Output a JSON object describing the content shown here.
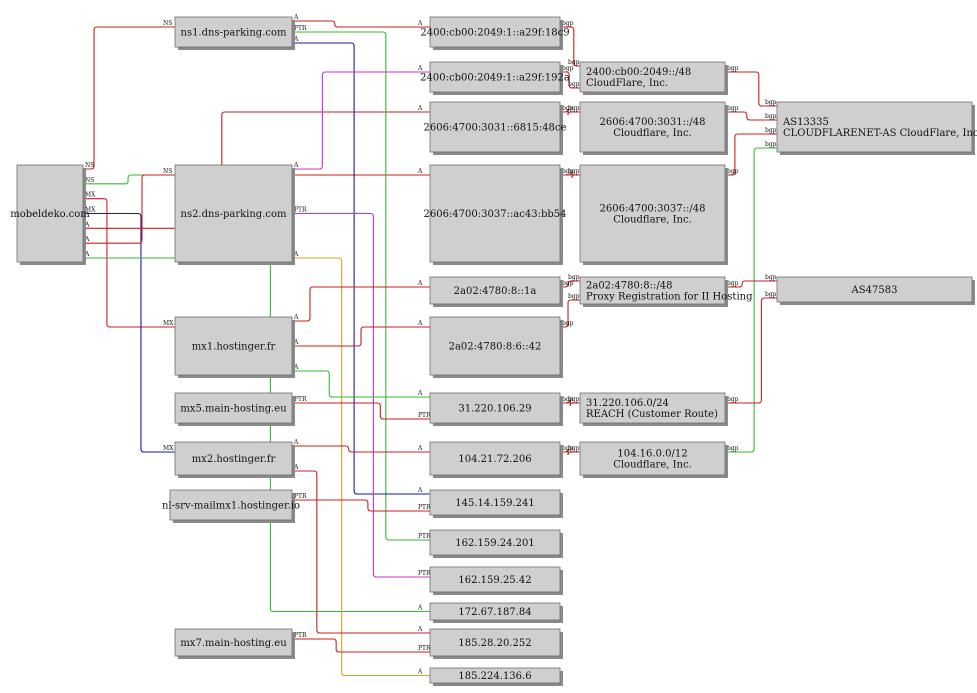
{
  "colors": {
    "red": "#cc1f1f",
    "green": "#33bb33",
    "blue": "#1a1aa0",
    "magenta": "#cc33cc",
    "gold": "#d9a020",
    "box_fill": "#cfcfcf",
    "box_shadow": "#8a8a8a"
  },
  "nodes": [
    {
      "id": "domain",
      "lines": [
        "mobeldeko.com"
      ]
    },
    {
      "id": "ns1",
      "lines": [
        "ns1.dns-parking.com"
      ]
    },
    {
      "id": "ns2",
      "lines": [
        "ns2.dns-parking.com"
      ]
    },
    {
      "id": "mx1",
      "lines": [
        "mx1.hostinger.fr"
      ]
    },
    {
      "id": "mx5",
      "lines": [
        "mx5.main-hosting.eu"
      ]
    },
    {
      "id": "mx2",
      "lines": [
        "mx2.hostinger.fr"
      ]
    },
    {
      "id": "nlsrv",
      "lines": [
        "nl-srv-mailmx1.hostinger.io"
      ]
    },
    {
      "id": "mx7",
      "lines": [
        "mx7.main-hosting.eu"
      ]
    },
    {
      "id": "ip6a",
      "lines": [
        "2400:cb00:2049:1::a29f:18c9"
      ]
    },
    {
      "id": "ip6b",
      "lines": [
        "2400:cb00:2049:1::a29f:192a"
      ]
    },
    {
      "id": "ip6c",
      "lines": [
        "2606:4700:3031::6815:48ce"
      ]
    },
    {
      "id": "ip6d",
      "lines": [
        "2606:4700:3037::ac43:bb54"
      ]
    },
    {
      "id": "ip6e",
      "lines": [
        "2a02:4780:8::1a"
      ]
    },
    {
      "id": "ip6f",
      "lines": [
        "2a02:4780:8:6::42"
      ]
    },
    {
      "id": "ip4a",
      "lines": [
        "31.220.106.29"
      ]
    },
    {
      "id": "ip4b",
      "lines": [
        "104.21.72.206"
      ]
    },
    {
      "id": "ip4c",
      "lines": [
        "145.14.159.241"
      ]
    },
    {
      "id": "ip4d",
      "lines": [
        "162.159.24.201"
      ]
    },
    {
      "id": "ip4e",
      "lines": [
        "162.159.25.42"
      ]
    },
    {
      "id": "ip4f",
      "lines": [
        "172.67.187.84"
      ]
    },
    {
      "id": "ip4g",
      "lines": [
        "185.28.20.252"
      ]
    },
    {
      "id": "ip4h",
      "lines": [
        "185.224.136.6"
      ]
    },
    {
      "id": "pfx1",
      "lines": [
        "2400:cb00:2049::/48",
        "CloudFlare, Inc."
      ]
    },
    {
      "id": "pfx2",
      "lines": [
        "2606:4700:3031::/48",
        "Cloudflare, Inc."
      ]
    },
    {
      "id": "pfx3",
      "lines": [
        "2606:4700:3037::/48",
        "Cloudflare, Inc."
      ]
    },
    {
      "id": "pfx4",
      "lines": [
        "2a02:4780:8::/48",
        "Proxy Registration for II Hosting"
      ]
    },
    {
      "id": "pfx5",
      "lines": [
        "31.220.106.0/24",
        "REACH (Customer Route)"
      ]
    },
    {
      "id": "pfx6",
      "lines": [
        "104.16.0.0/12",
        "Cloudflare, Inc."
      ]
    },
    {
      "id": "as1",
      "lines": [
        "AS13335",
        "CLOUDFLARENET-AS CloudFlare, Inc."
      ]
    },
    {
      "id": "as2",
      "lines": [
        "AS47583"
      ]
    }
  ],
  "edges": [
    {
      "from": "domain",
      "to": "ns1",
      "label": "NS",
      "color": "red"
    },
    {
      "from": "domain",
      "to": "ns2",
      "label": "NS",
      "color": "green"
    },
    {
      "from": "domain",
      "to": "mx1",
      "label": "MX",
      "color": "red"
    },
    {
      "from": "domain",
      "to": "mx2",
      "label": "MX",
      "color": "blue"
    },
    {
      "from": "domain",
      "to": "ip6c",
      "label": "A",
      "color": "red"
    },
    {
      "from": "domain",
      "to": "ip6d",
      "label": "A",
      "color": "red"
    },
    {
      "from": "domain",
      "to": "ip4f",
      "label": "A",
      "color": "green"
    },
    {
      "from": "ns1",
      "to": "ip6a",
      "label": "A",
      "color": "red"
    },
    {
      "from": "ns1",
      "to": "ip4d",
      "label": "PTR",
      "color": "green"
    },
    {
      "from": "ns1",
      "to": "ip4c",
      "label": "A",
      "color": "blue"
    },
    {
      "from": "ns2",
      "to": "ip6b",
      "label": "A",
      "color": "magenta"
    },
    {
      "from": "ns2",
      "to": "ip4e",
      "label": "PTR",
      "color": "magenta"
    },
    {
      "from": "ns2",
      "to": "ip4h",
      "label": "A",
      "color": "gold"
    },
    {
      "from": "mx1",
      "to": "ip6e",
      "label": "A",
      "color": "red"
    },
    {
      "from": "mx1",
      "to": "ip6f",
      "label": "A",
      "color": "red"
    },
    {
      "from": "mx1",
      "to": "ip4a",
      "label": "A",
      "color": "green"
    },
    {
      "from": "mx5",
      "to": "ip4a",
      "label": "PTR",
      "color": "red"
    },
    {
      "from": "mx2",
      "to": "ip4b",
      "label": "A",
      "color": "red"
    },
    {
      "from": "mx2",
      "to": "ip4g",
      "label": "A",
      "color": "red"
    },
    {
      "from": "nlsrv",
      "to": "ip4c",
      "label": "PTR",
      "color": "red"
    },
    {
      "from": "mx7",
      "to": "ip4g",
      "label": "PTR",
      "color": "red"
    },
    {
      "from": "ip6a",
      "to": "pfx1",
      "label": "bgp",
      "color": "red"
    },
    {
      "from": "ip6b",
      "to": "pfx1",
      "label": "bgp",
      "color": "red"
    },
    {
      "from": "ip6c",
      "to": "pfx2",
      "label": "bgp",
      "color": "red"
    },
    {
      "from": "ip6d",
      "to": "pfx3",
      "label": "bgp",
      "color": "red"
    },
    {
      "from": "ip6e",
      "to": "pfx4",
      "label": "bgp",
      "color": "red"
    },
    {
      "from": "ip6f",
      "to": "pfx4",
      "label": "bgp",
      "color": "red"
    },
    {
      "from": "ip4a",
      "to": "pfx5",
      "label": "bgp",
      "color": "red"
    },
    {
      "from": "ip4b",
      "to": "pfx6",
      "label": "bgp",
      "color": "red"
    },
    {
      "from": "pfx1",
      "to": "as1",
      "label": "bgp",
      "color": "red"
    },
    {
      "from": "pfx2",
      "to": "as1",
      "label": "bgp",
      "color": "red"
    },
    {
      "from": "pfx3",
      "to": "as1",
      "label": "bgp",
      "color": "red"
    },
    {
      "from": "pfx6",
      "to": "as1",
      "label": "bgp",
      "color": "green"
    },
    {
      "from": "pfx4",
      "to": "as2",
      "label": "bgp",
      "color": "red"
    },
    {
      "from": "pfx5",
      "to": "as2",
      "label": "bgp",
      "color": "red"
    }
  ]
}
